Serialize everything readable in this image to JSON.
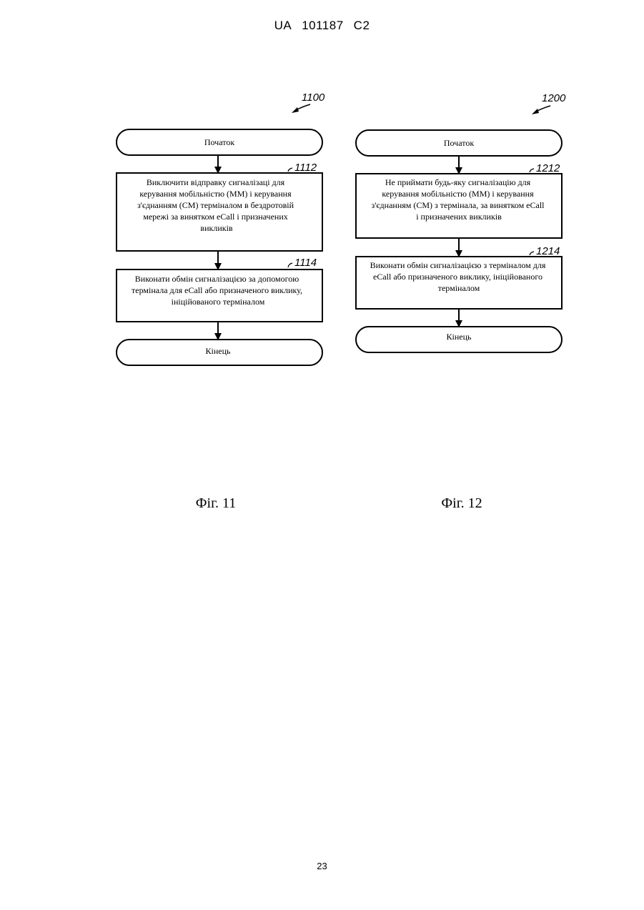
{
  "header": {
    "country": "UA",
    "number": "101187",
    "kind": "C2"
  },
  "page_number": "23",
  "figures": [
    {
      "ref": "1100",
      "start": "Початок",
      "steps": [
        {
          "ref": "1112",
          "lines": [
            "Виключити відправку сигналізаці для",
            "керування мобільністю (ММ) і керування",
            "з'єднанням (СМ) терміналом в бездротовій",
            "мережі за винятком eCall і призначених",
            "викликів"
          ]
        },
        {
          "ref": "1114",
          "lines": [
            "Виконати обмін сигналізацією за допомогою",
            "термінала для eCall або призначеного виклику,",
            "ініційованого терміналом"
          ]
        }
      ],
      "end": "Кінець",
      "caption": "Фіг. 11"
    },
    {
      "ref": "1200",
      "start": "Початок",
      "steps": [
        {
          "ref": "1212",
          "lines": [
            "Не приймати будь-яку сигналізацію для",
            "керування мобільністю (ММ) і керування",
            "з'єднанням (СМ) з термінала, за винятком eCall",
            "і призначених викликів"
          ]
        },
        {
          "ref": "1214",
          "lines": [
            "Виконати обмін сигналізацією з терміналом для",
            "eCall або призначеного виклику, ініційованого",
            "терміналом"
          ]
        }
      ],
      "end": "Кінець",
      "caption": "Фіг. 12"
    }
  ]
}
